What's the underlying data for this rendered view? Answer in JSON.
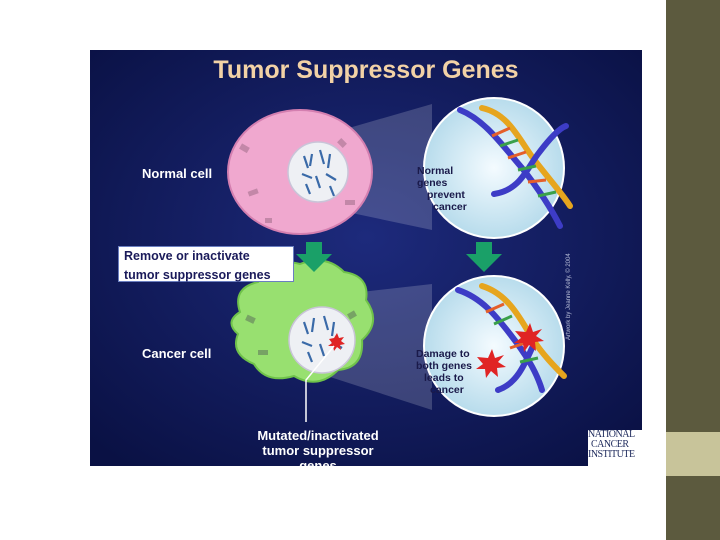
{
  "slide": {
    "title": "Tumor Suppressor Genes",
    "labels": {
      "normal_cell": "Normal cell",
      "cancer_cell": "Cancer cell",
      "remove_line1": "Remove or inactivate",
      "remove_line2": "tumor suppressor genes",
      "normal_genes": [
        "Normal",
        "genes",
        "prevent",
        "cancer"
      ],
      "damage": [
        "Damage to",
        "both genes",
        "leads to",
        "cancer"
      ],
      "mutated_line1": "Mutated/inactivated",
      "mutated_line2": "tumor suppressor genes",
      "artwork_credit": "Artwork by Jeanne Kelly, © 2004"
    },
    "logo": [
      "NATIONAL",
      "CANCER",
      "INSTITUTE"
    ],
    "colors": {
      "background": "#111b5a",
      "title": "#f2d2a6",
      "normal_cell": "#f0a8cf",
      "cancer_cell": "#98e070",
      "arrow": "#1aa068",
      "sidebar": "#5c5a3e",
      "sidebar_tab": "#c8c49a"
    }
  }
}
